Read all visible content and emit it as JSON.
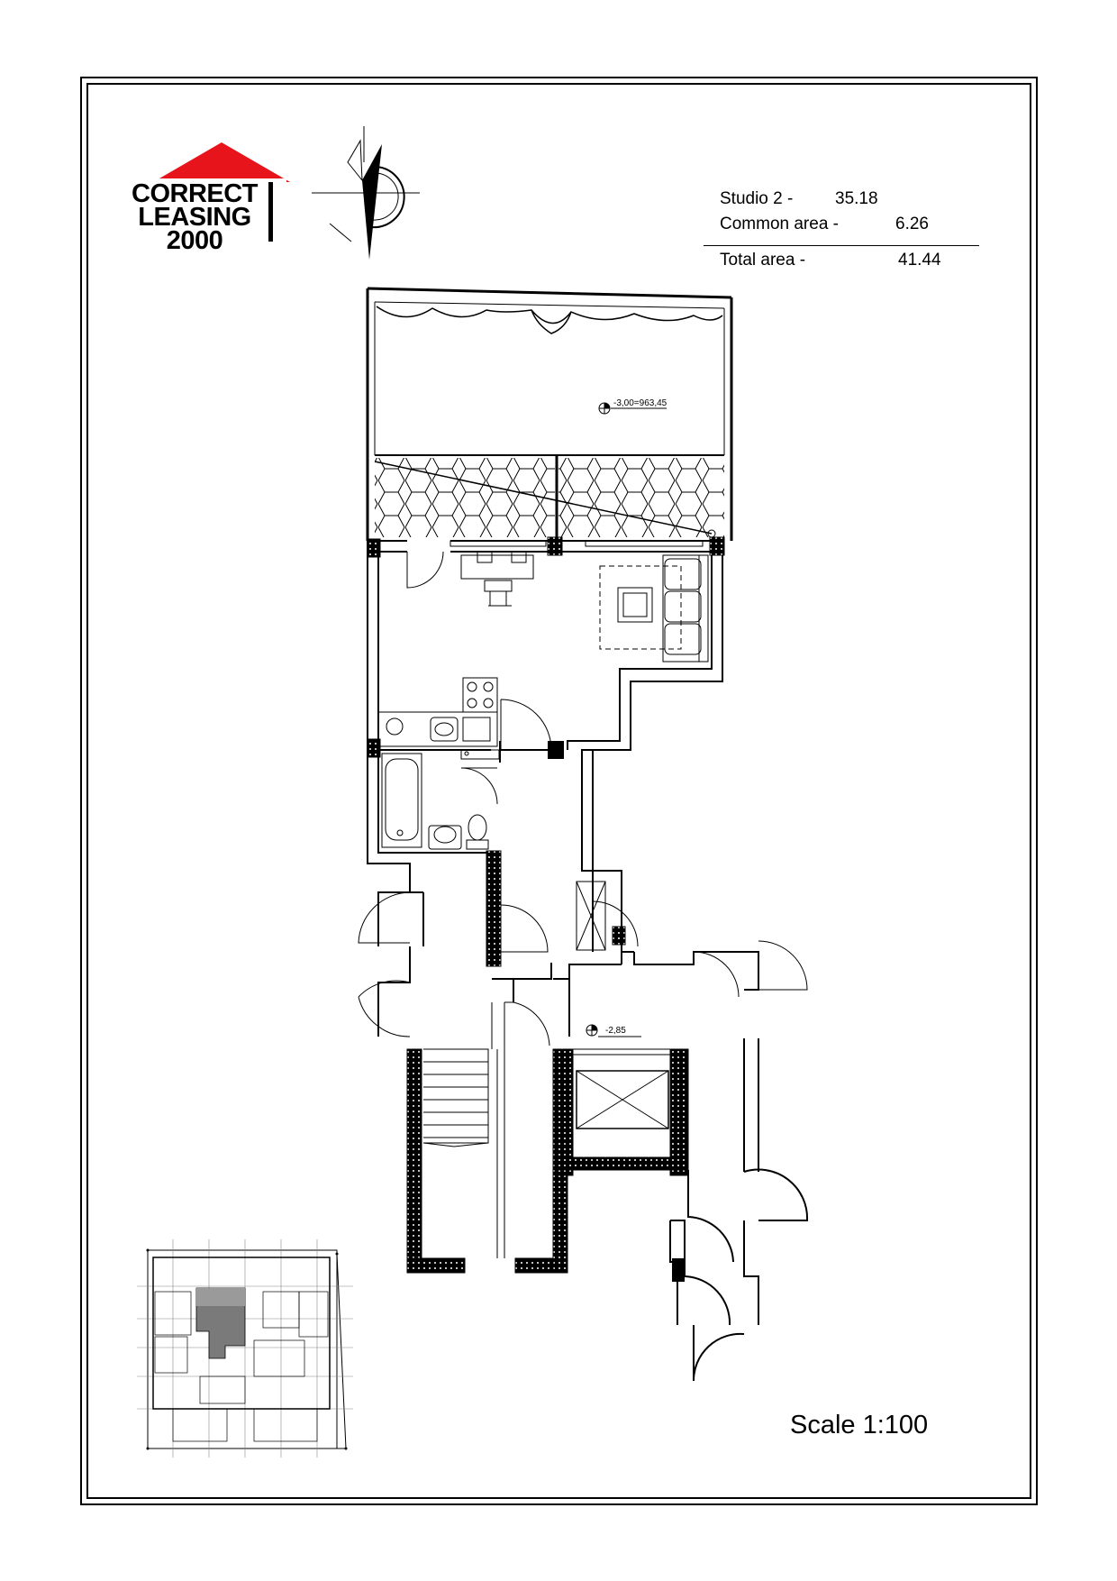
{
  "logo": {
    "line1": "CORRECT",
    "line2": "LEASING",
    "line3": "2000",
    "roof_color": "#e8141b"
  },
  "areas": {
    "studio_label": "Studio  2 -",
    "studio_value": "35.18",
    "common_label": "Common area -",
    "common_value": "6.26",
    "total_label": "Total area -",
    "total_value": "41.44"
  },
  "levels": {
    "terrace": "-3,00=963,45",
    "hall": "-2,85"
  },
  "scale": "Scale 1:100",
  "icons": {
    "compass": "north-arrow-icon"
  }
}
